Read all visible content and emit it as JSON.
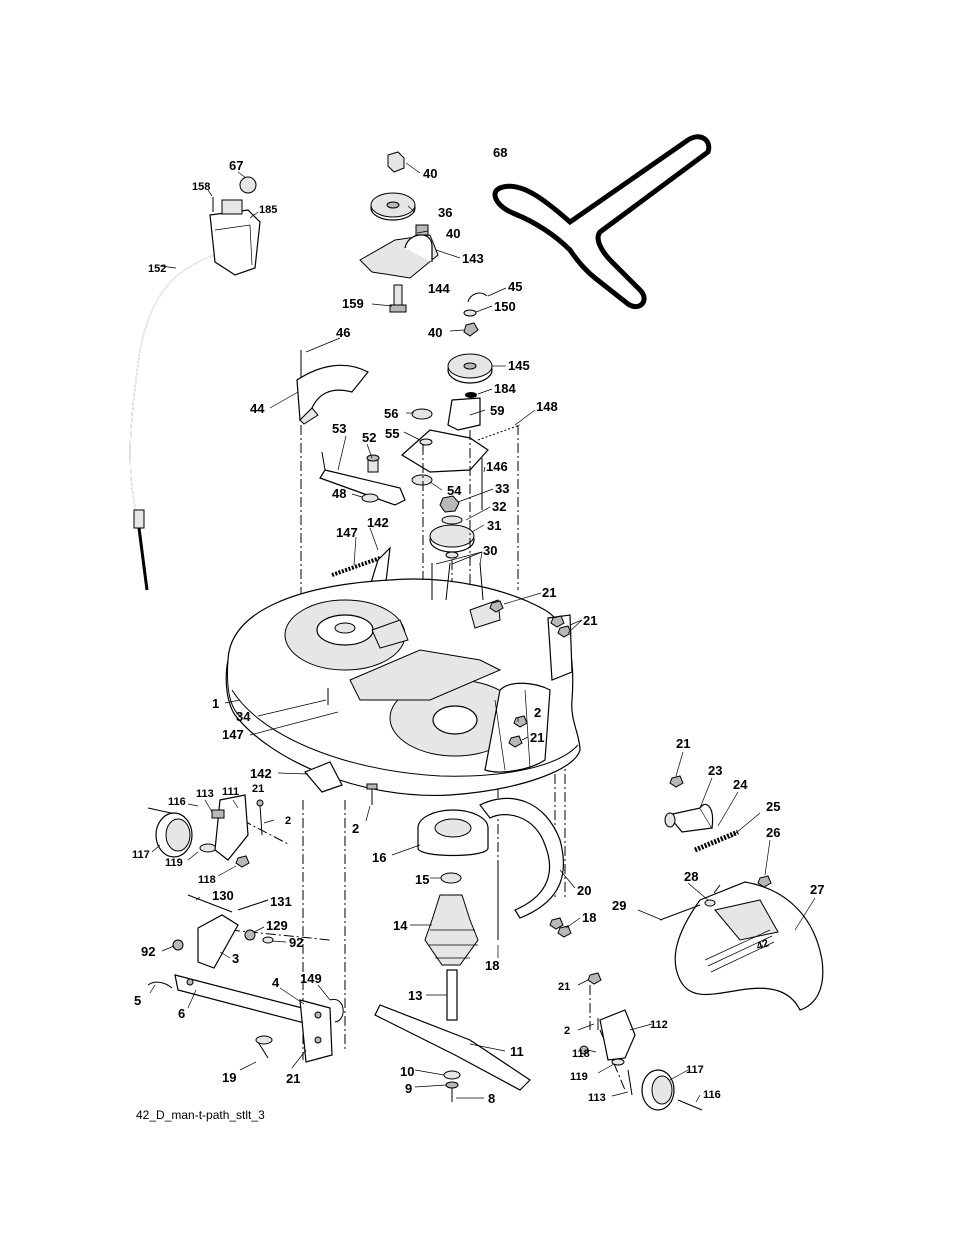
{
  "labels": {
    "l1": "1",
    "l2a": "2",
    "l2b": "2",
    "l2c": "2",
    "l2d": "2",
    "l3": "3",
    "l4": "4",
    "l5": "5",
    "l6": "6",
    "l8": "8",
    "l9": "9",
    "l10": "10",
    "l11": "11",
    "l13": "13",
    "l14": "14",
    "l15": "15",
    "l16": "16",
    "l18a": "18",
    "l18b": "18",
    "l19": "19",
    "l20": "20",
    "l21a": "21",
    "l21b": "21",
    "l21c": "21",
    "l21d": "21",
    "l21e": "21",
    "l21f": "21",
    "l21g": "21",
    "l23": "23",
    "l24": "24",
    "l25": "25",
    "l26": "26",
    "l27": "27",
    "l28": "28",
    "l29": "29",
    "l30": "30",
    "l31": "31",
    "l32": "32",
    "l33": "33",
    "l34": "34",
    "l36": "36",
    "l40a": "40",
    "l40b": "40",
    "l40c": "40",
    "l44": "44",
    "l45": "45",
    "l46": "46",
    "l48": "48",
    "l52": "52",
    "l53": "53",
    "l54": "54",
    "l55": "55",
    "l56": "56",
    "l59": "59",
    "l67": "67",
    "l68": "68",
    "l92a": "92",
    "l92b": "92",
    "l111": "111",
    "l112": "112",
    "l113a": "113",
    "l113b": "113",
    "l116a": "116",
    "l116b": "116",
    "l117a": "117",
    "l117b": "117",
    "l118a": "118",
    "l118b": "118",
    "l119a": "119",
    "l119b": "119",
    "l129": "129",
    "l130": "130",
    "l131": "131",
    "l142a": "142",
    "l142b": "142",
    "l143": "143",
    "l144": "144",
    "l145": "145",
    "l146": "146",
    "l147a": "147",
    "l147b": "147",
    "l148": "148",
    "l149": "149",
    "l150": "150",
    "l152": "152",
    "l158": "158",
    "l159": "159",
    "l184": "184",
    "l185": "185"
  },
  "caption": "42_D_man-t-path_stlt_3",
  "deck_badge": "42"
}
